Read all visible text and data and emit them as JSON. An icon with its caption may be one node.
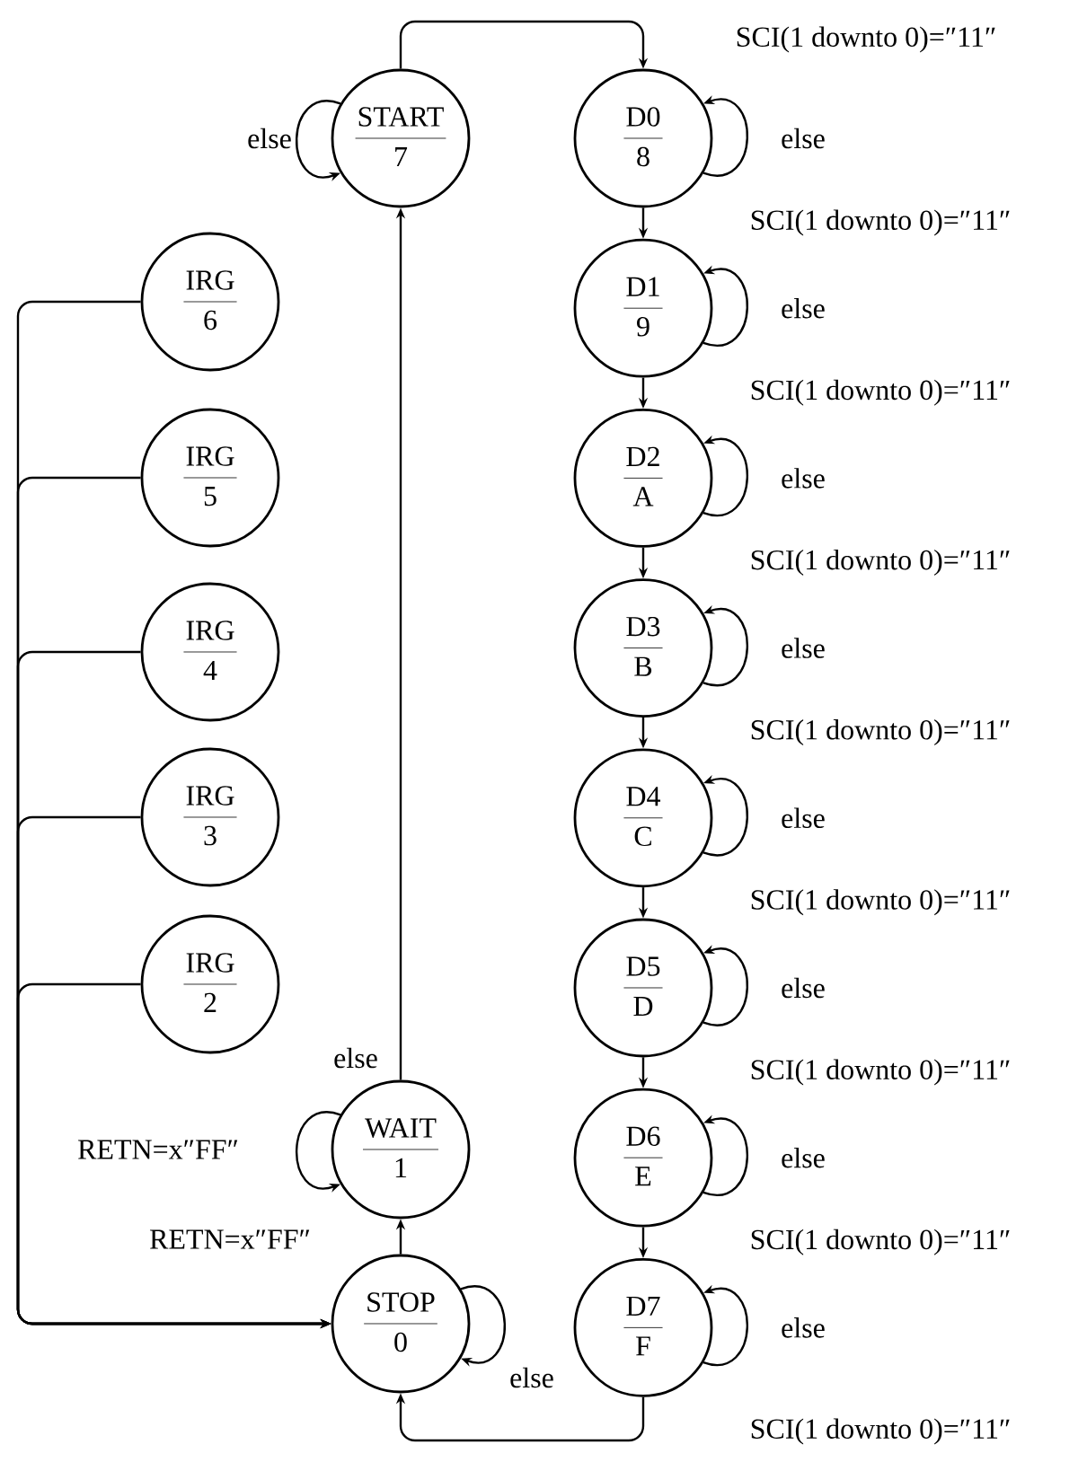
{
  "diagram": {
    "nodes": [
      {
        "text": [
          "START",
          "7"
        ]
      },
      {
        "text": [
          "D0",
          "8"
        ]
      },
      {
        "text": [
          "D1",
          "9"
        ]
      },
      {
        "text": [
          "D2",
          "A"
        ]
      },
      {
        "text": [
          "D3",
          "B"
        ]
      },
      {
        "text": [
          "D4",
          "C"
        ]
      },
      {
        "text": [
          "D5",
          "D"
        ]
      },
      {
        "text": [
          "D6",
          "E"
        ]
      },
      {
        "text": [
          "D7",
          "F"
        ]
      },
      {
        "text": [
          "IRG",
          "6"
        ]
      },
      {
        "text": [
          "IRG",
          "5"
        ]
      },
      {
        "text": [
          "IRG",
          "4"
        ]
      },
      {
        "text": [
          "IRG",
          "3"
        ]
      },
      {
        "text": [
          "IRG",
          "2"
        ]
      },
      {
        "text": [
          "WAIT",
          "1"
        ]
      },
      {
        "text": [
          "STOP",
          "0"
        ]
      }
    ],
    "edges": [
      {
        "from": 0,
        "to": 1,
        "arrow": "to",
        "label": "SCI(1 downto 0)=″11″"
      },
      {
        "from": 1,
        "to": 2,
        "arrow": "to",
        "label": "SCI(1 downto 0)=″11″"
      },
      {
        "from": 2,
        "to": 3,
        "arrow": "to",
        "label": "SCI(1 downto 0)=″11″"
      },
      {
        "from": 3,
        "to": 4,
        "arrow": "to",
        "label": "SCI(1 downto 0)=″11″"
      },
      {
        "from": 4,
        "to": 5,
        "arrow": "to",
        "label": "SCI(1 downto 0)=″11″"
      },
      {
        "from": 5,
        "to": 6,
        "arrow": "to",
        "label": "SCI(1 downto 0)=″11″"
      },
      {
        "from": 6,
        "to": 7,
        "arrow": "to",
        "label": "SCI(1 downto 0)=″11″"
      },
      {
        "from": 7,
        "to": 8,
        "arrow": "to",
        "label": "SCI(1 downto 0)=″11″"
      },
      {
        "from": 8,
        "to": 15,
        "arrow": "to",
        "label": "SCI(1 downto 0)=″11″"
      },
      {
        "from": 0,
        "to": 0,
        "arrow": "to",
        "label": "else"
      },
      {
        "from": 1,
        "to": 1,
        "arrow": "to",
        "label": "else"
      },
      {
        "from": 2,
        "to": 2,
        "arrow": "to",
        "label": "else"
      },
      {
        "from": 3,
        "to": 3,
        "arrow": "to",
        "label": "else"
      },
      {
        "from": 4,
        "to": 4,
        "arrow": "to",
        "label": "else"
      },
      {
        "from": 5,
        "to": 5,
        "arrow": "to",
        "label": "else"
      },
      {
        "from": 6,
        "to": 6,
        "arrow": "to",
        "label": "else"
      },
      {
        "from": 7,
        "to": 7,
        "arrow": "to",
        "label": "else"
      },
      {
        "from": 8,
        "to": 8,
        "arrow": "to",
        "label": "else"
      },
      {
        "from": 15,
        "to": 15,
        "arrow": "to",
        "label": "else"
      },
      {
        "from": 14,
        "to": 14,
        "arrow": "to",
        "label": "RETN=x″FF″"
      },
      {
        "from": 14,
        "to": 0,
        "arrow": "to",
        "label": "else"
      },
      {
        "from": 15,
        "to": 14,
        "arrow": "to",
        "label": "RETN=x″FF″"
      },
      {
        "from": 9,
        "to": 15,
        "arrow": "to"
      },
      {
        "from": 10,
        "to": 15,
        "arrow": "to"
      },
      {
        "from": 11,
        "to": 15,
        "arrow": "to"
      },
      {
        "from": 12,
        "to": 15,
        "arrow": "to"
      },
      {
        "from": 13,
        "to": 15,
        "arrow": "to"
      }
    ]
  }
}
